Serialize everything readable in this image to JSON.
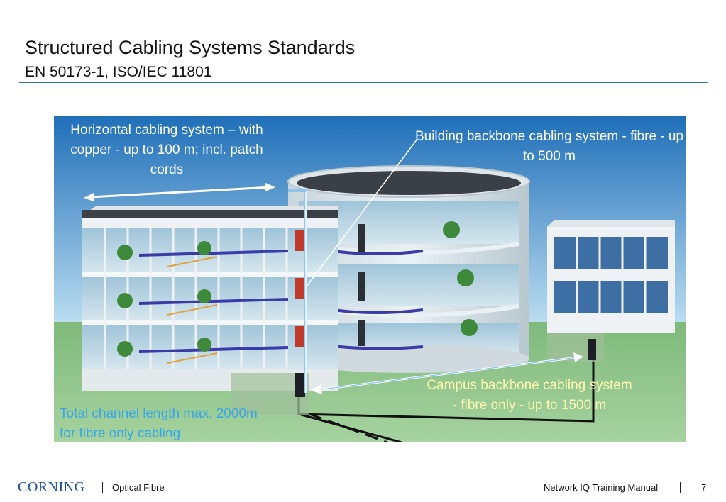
{
  "header": {
    "title": "Structured Cabling Systems Standards",
    "subtitle": "EN 50173-1, ISO/IEC 11801"
  },
  "diagram": {
    "horizontal_label": "Horizontal cabling system – with copper - up to 100 m; incl. patch cords",
    "building_label": "Building backbone cabling system - fibre  - up to 500 m",
    "campus_label": "Campus backbone cabling system - fibre only - up to 1500 m",
    "total_label": "Total channel length max. 2000m for fibre only cabling",
    "colors": {
      "sky_top": "#1f6fb8",
      "sky_bottom": "#bfe0f2",
      "grass": "#8fc48a",
      "label_text": "#ffffff",
      "campus_text": "#fff8b0",
      "total_text": "#3aa6e8"
    }
  },
  "footer": {
    "logo": "CORNING",
    "left_text": "Optical Fibre",
    "right_text": "Network IQ Training Manual",
    "page_number": "7"
  }
}
